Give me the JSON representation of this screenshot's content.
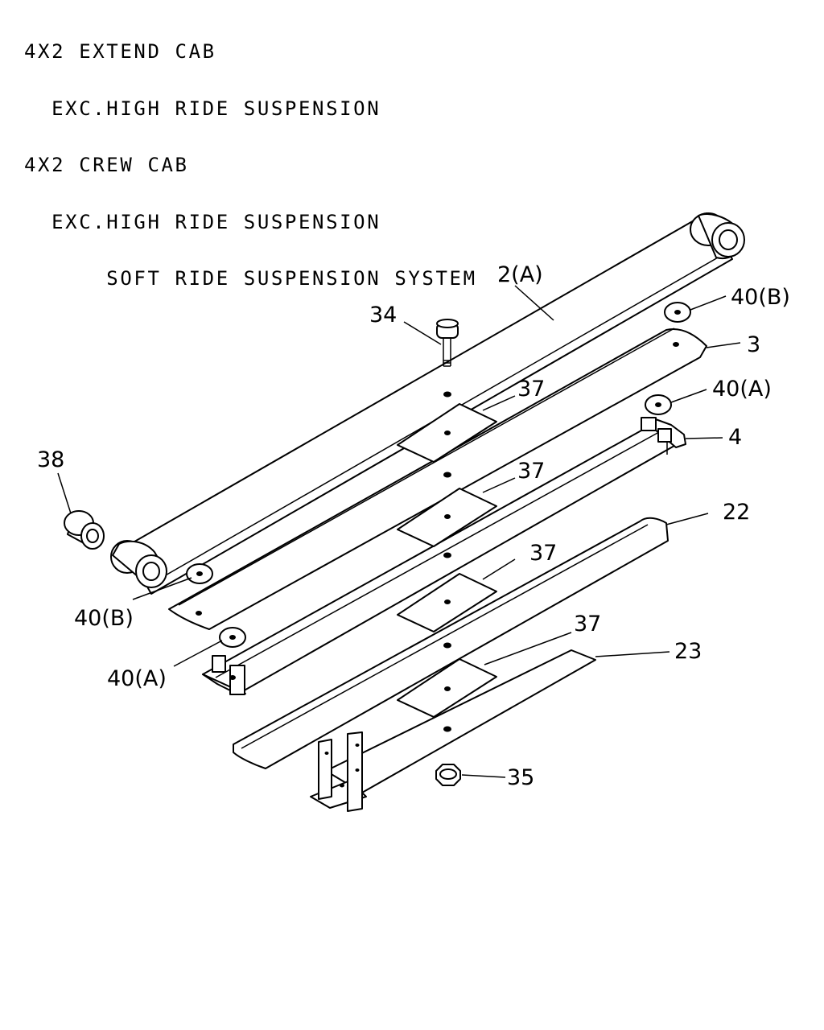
{
  "header": {
    "lines": [
      "4X2 EXTEND CAB",
      "  EXC.HIGH RIDE SUSPENSION",
      "4X2 CREW CAB",
      "  EXC.HIGH RIDE SUSPENSION",
      "      SOFT RIDE SUSPENSION SYSTEM"
    ]
  },
  "callouts": {
    "c2a": "2(A)",
    "c34": "34",
    "c40b_top": "40(B)",
    "c3": "3",
    "c37_1": "37",
    "c40a_top": "40(A)",
    "c4": "4",
    "c38": "38",
    "c37_2": "37",
    "c22": "22",
    "c37_3": "37",
    "c40b_left": "40(B)",
    "c37_4": "37",
    "c23": "23",
    "c40a_left": "40(A)",
    "c35": "35"
  }
}
